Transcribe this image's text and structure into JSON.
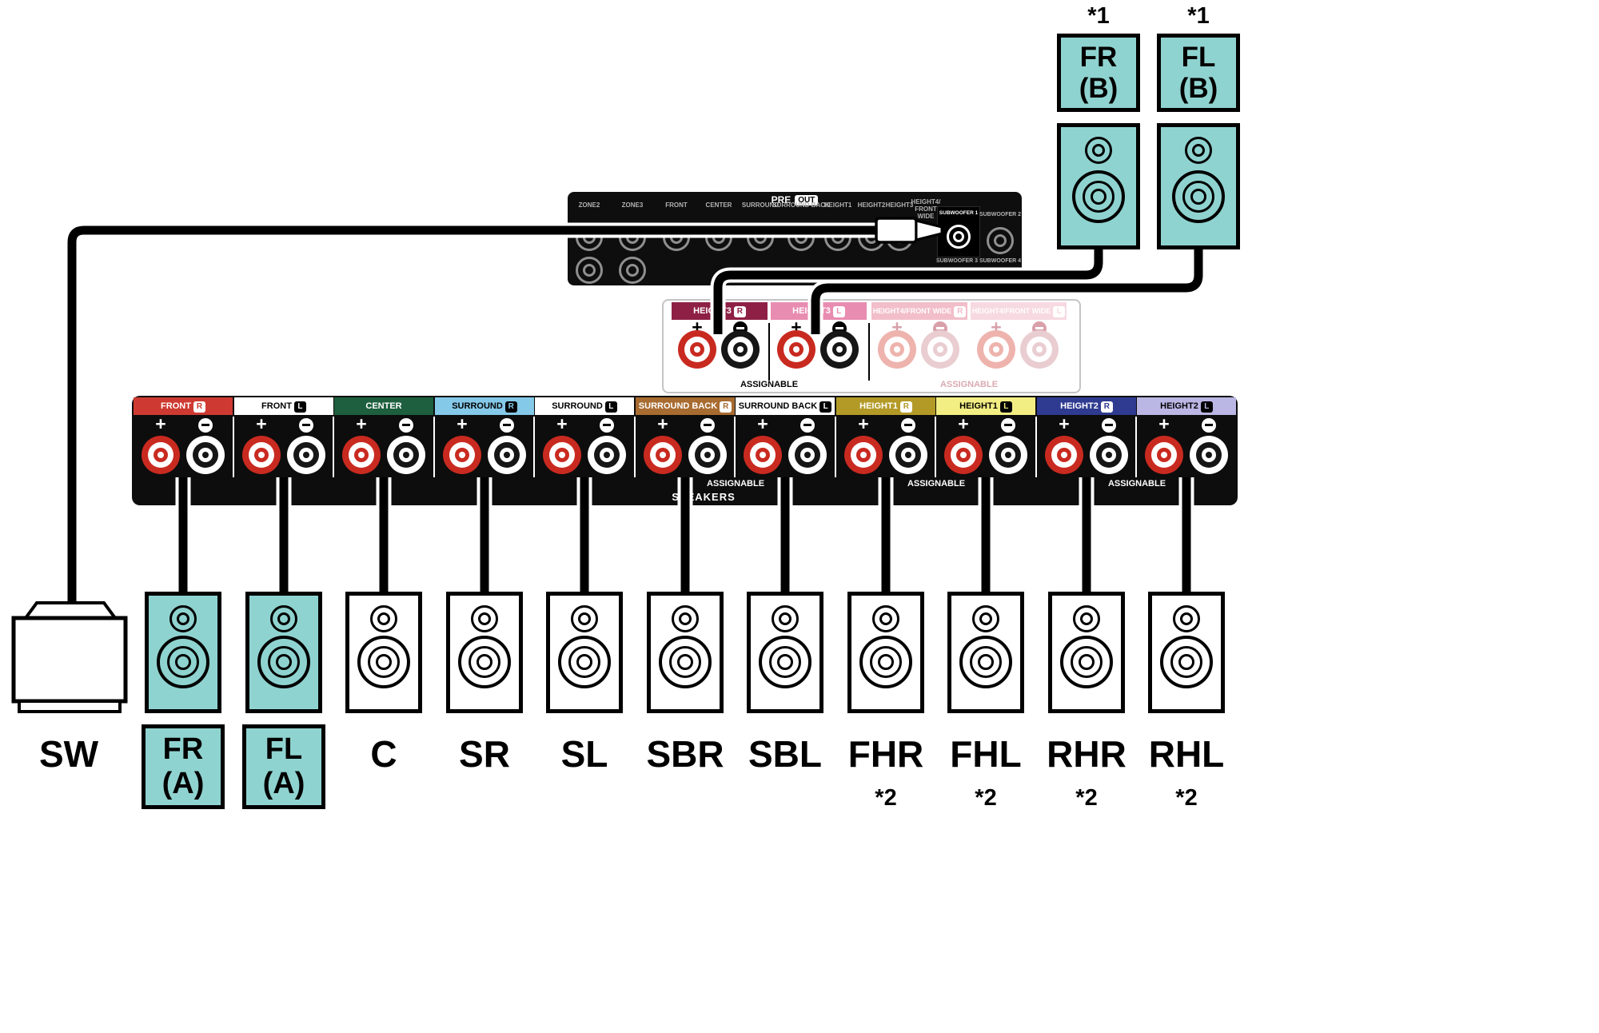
{
  "colors": {
    "teal": "#8fd3d0",
    "red": "#c92a20"
  },
  "pre_out": {
    "pre": "PRE",
    "out": "OUT",
    "jacks": [
      "ZONE2",
      "ZONE3",
      "FRONT",
      "CENTER",
      "SURROUND",
      "SURROUND BACK",
      "HEIGHT1",
      "HEIGHT2",
      "HEIGHT3",
      "HEIGHT4/ FRONT WIDE"
    ],
    "sub1": "SUBWOOFER 1",
    "sub2": "SUBWOOFER 2",
    "sub3": "SUBWOOFER 3",
    "sub4": "SUBWOOFER 4"
  },
  "height_panel": {
    "assignable1": "ASSIGNABLE",
    "assignable2": "ASSIGNABLE",
    "sections": [
      {
        "label": "HEIGHT3",
        "ch": "R",
        "bg": "#8e2045",
        "fg": "#ffffff"
      },
      {
        "label": "HEIGHT3",
        "ch": "L",
        "bg": "#e98cb1",
        "fg": "#ffffff"
      },
      {
        "label": "HEIGHT4/FRONT WIDE",
        "ch": "R",
        "bg": "#f2bec9",
        "fg": "#ffffff"
      },
      {
        "label": "HEIGHT4/FRONT WIDE",
        "ch": "L",
        "bg": "#f7d9e1",
        "fg": "#ffffff"
      }
    ]
  },
  "main_panel": {
    "speakers": "SPEAKERS",
    "assignable1": "ASSIGNABLE",
    "assignable2": "ASSIGNABLE",
    "assignable3": "ASSIGNABLE",
    "sections": [
      {
        "label": "FRONT",
        "ch": "R",
        "bg": "#ce3a31",
        "fg": "#ffffff"
      },
      {
        "label": "FRONT",
        "ch": "L",
        "bg": "#ffffff",
        "fg": "#000000"
      },
      {
        "label": "CENTER",
        "ch": "",
        "bg": "#1d5f3e",
        "fg": "#ffffff"
      },
      {
        "label": "SURROUND",
        "ch": "R",
        "bg": "#85c9e9",
        "fg": "#000000"
      },
      {
        "label": "SURROUND",
        "ch": "L",
        "bg": "#ffffff",
        "fg": "#000000"
      },
      {
        "label": "SURROUND BACK",
        "ch": "R",
        "bg": "#a86b30",
        "fg": "#ffffff"
      },
      {
        "label": "SURROUND BACK",
        "ch": "L",
        "bg": "#ffffff",
        "fg": "#000000"
      },
      {
        "label": "HEIGHT1",
        "ch": "R",
        "bg": "#b39a27",
        "fg": "#ffffff"
      },
      {
        "label": "HEIGHT1",
        "ch": "L",
        "bg": "#f3ee83",
        "fg": "#000000"
      },
      {
        "label": "HEIGHT2",
        "ch": "R",
        "bg": "#2f3b90",
        "fg": "#ffffff"
      },
      {
        "label": "HEIGHT2",
        "ch": "L",
        "bg": "#bab7e5",
        "fg": "#000000"
      }
    ]
  },
  "top_speakers": {
    "fr_b": {
      "l1": "FR",
      "l2": "(B)",
      "note": "*1"
    },
    "fl_b": {
      "l1": "FL",
      "l2": "(B)",
      "note": "*1"
    }
  },
  "bottom_labels": {
    "sw": "SW",
    "fr_a": {
      "l1": "FR",
      "l2": "(A)"
    },
    "fl_a": {
      "l1": "FL",
      "l2": "(A)"
    },
    "c": "C",
    "sr": "SR",
    "sl": "SL",
    "sbr": "SBR",
    "sbl": "SBL",
    "fhr": {
      "t": "FHR",
      "note": "*2"
    },
    "fhl": {
      "t": "FHL",
      "note": "*2"
    },
    "rhr": {
      "t": "RHR",
      "note": "*2"
    },
    "rhl": {
      "t": "RHL",
      "note": "*2"
    }
  }
}
